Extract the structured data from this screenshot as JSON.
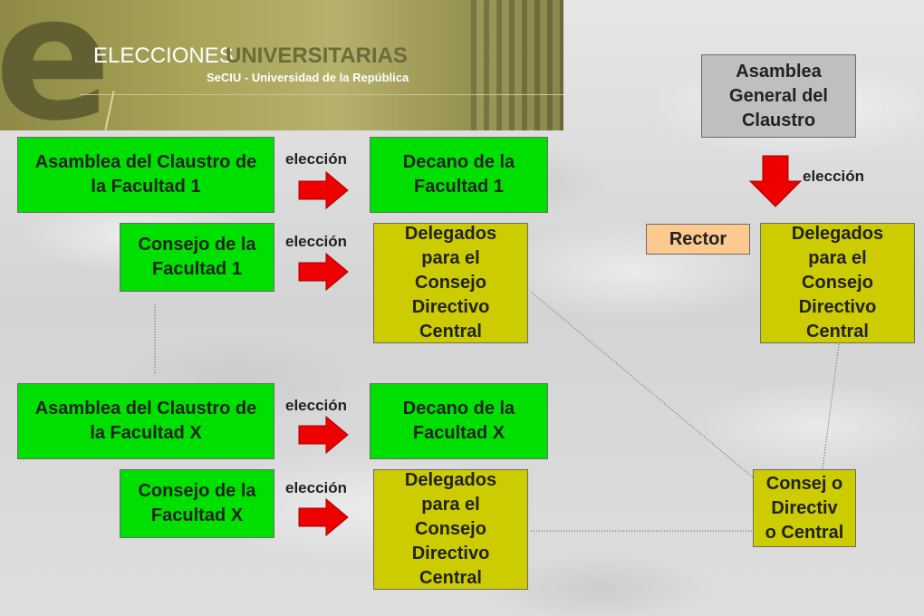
{
  "banner": {
    "title_light": "ELECCIONES",
    "title_bold": "UNIVERSITARIAS",
    "subtitle": "SeCIU - Universidad de la República"
  },
  "edge_label": "elección",
  "nodes": {
    "asamblea_f1": "Asamblea del Claustro de la Facultad 1",
    "decano_f1": "Decano de la Facultad 1",
    "consejo_f1": "Consejo de la Facultad 1",
    "delegados_f1": "Delegados para el Consejo Directivo Central",
    "asamblea_fx": "Asamblea del Claustro de la Facultad X",
    "decano_fx": "Decano de la Facultad X",
    "consejo_fx": "Consejo de la Facultad X",
    "delegados_fx": "Delegados para el Consejo Directivo Central",
    "asamblea_general": "Asamblea General del Claustro",
    "rector": "Rector",
    "delegados_agc": "Delegados para el Consejo Directivo Central",
    "cdc": "Consej o Directiv o Central"
  },
  "colors": {
    "facultad_body": "#00e000",
    "delegados": "#cccc00",
    "asamblea_general": "#bfbfbf",
    "rector": "#fcc98f",
    "arrow": "#ee0000",
    "banner": "#a8a459"
  }
}
